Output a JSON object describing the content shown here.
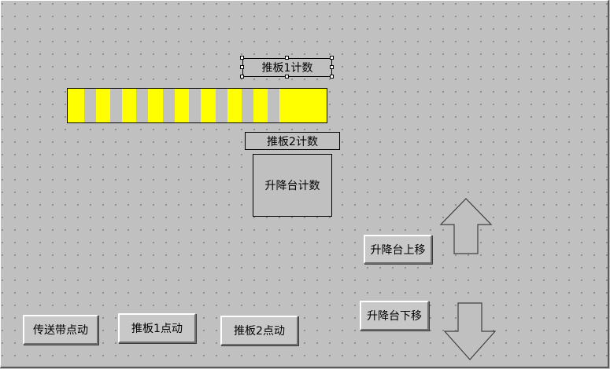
{
  "labels": {
    "pusher1_count": "推板1计数",
    "pusher2_count": "推板2计数",
    "lift_count": "升降台计数"
  },
  "buttons": {
    "conveyor_jog": "传送带点动",
    "pusher1_jog": "推板1点动",
    "pusher2_jog": "推板2点动",
    "lift_up": "升降台上移",
    "lift_down": "升降台下移"
  },
  "colors": {
    "background": "#c0c0c0",
    "conveyor_stripe": "#ffff00"
  },
  "icons": {
    "up": "arrow-up-icon",
    "down": "arrow-down-icon"
  }
}
